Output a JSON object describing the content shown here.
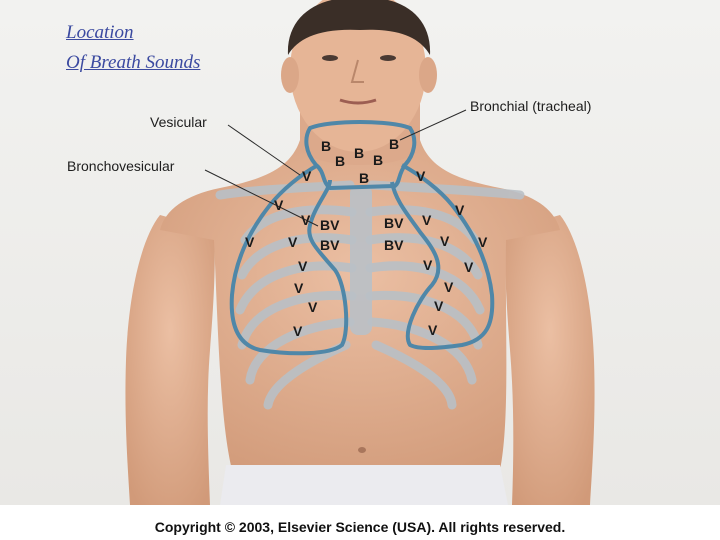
{
  "title": {
    "line1": "Location",
    "line2": "Of Breath Sounds"
  },
  "callouts": {
    "vesicular": "Vesicular",
    "bronchovesicular": "Bronchovesicular",
    "bronchial": "Bronchial (tracheal)"
  },
  "markers": {
    "bronchial": "B",
    "bronchovesicular": "BV",
    "vesicular": "V"
  },
  "colors": {
    "outline": "#4f87a8",
    "skin": "#e2b193",
    "ribs": "#b9c0c6",
    "title": "#3b4aa0"
  },
  "footer": {
    "copyright": "Copyright © 2003, Elsevier Science (USA). All rights reserved."
  }
}
